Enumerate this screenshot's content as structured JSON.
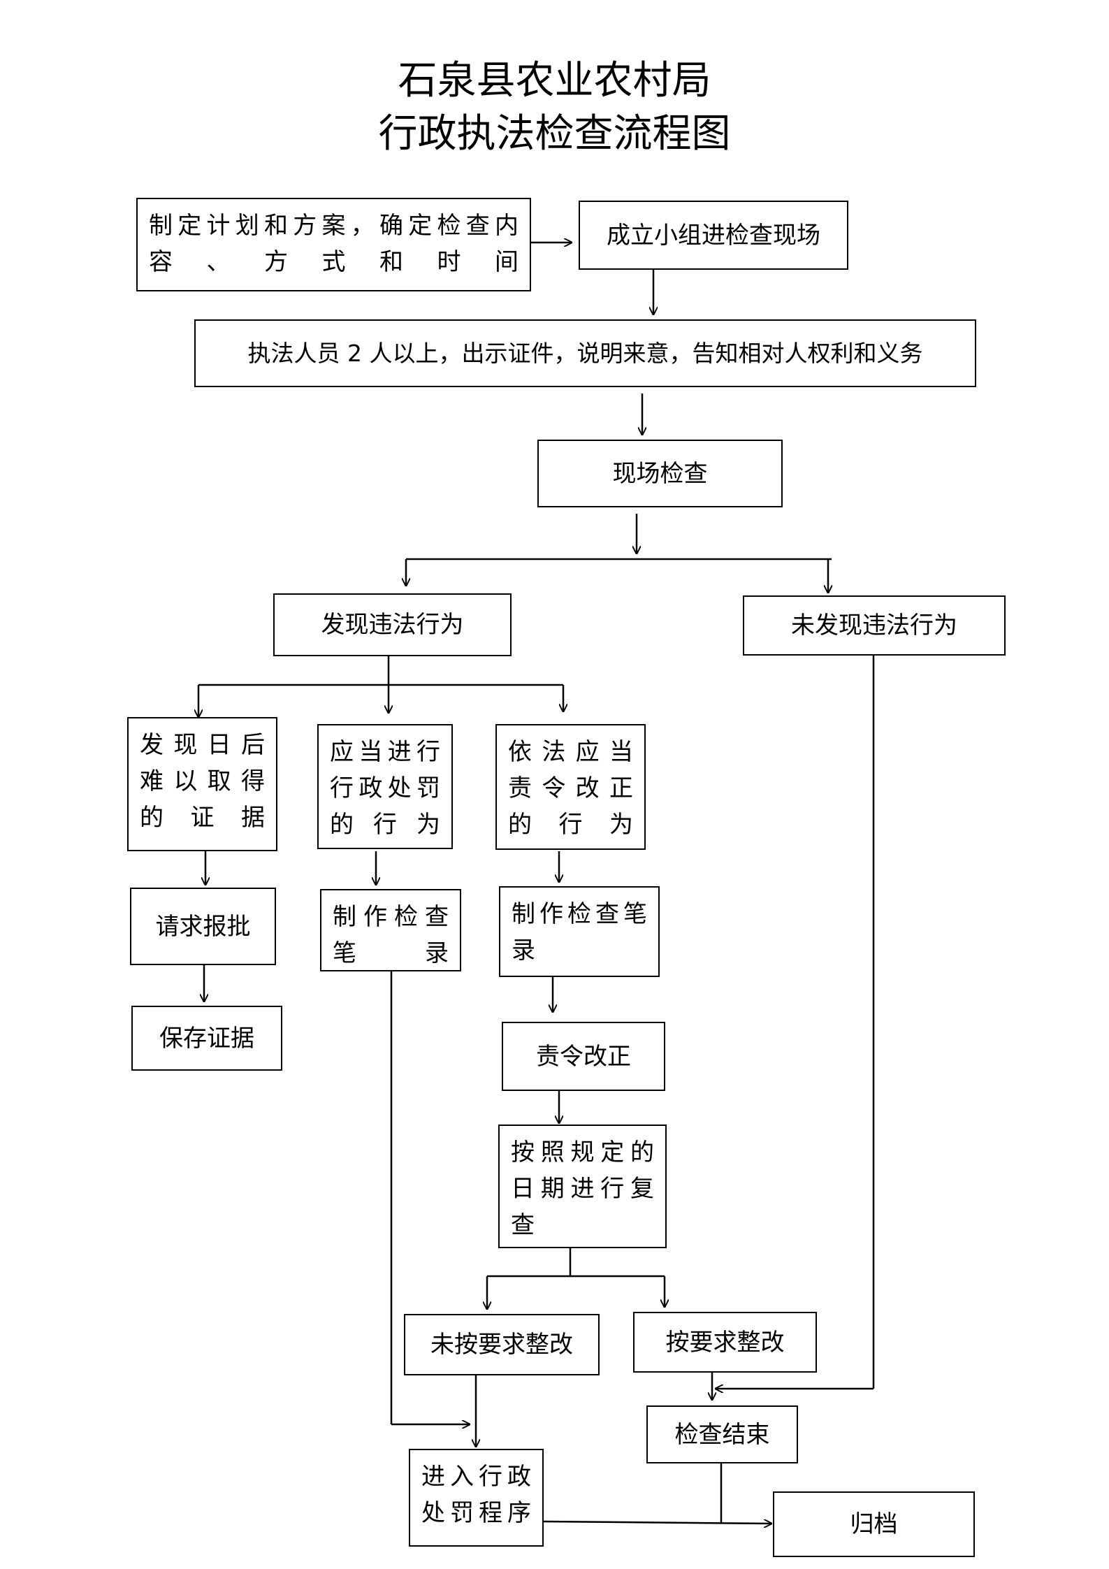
{
  "title": {
    "line1": "石泉县农业农村局",
    "line2": "行政执法检查流程图"
  },
  "nodes": {
    "plan": "制定计划和方案，确定检查内\n容、方式和时间",
    "team": "成立小组进检查现场",
    "officers": "执法人员 2 人以上，出示证件，说明来意，告知相对人权利和义务",
    "onsite": "现场检查",
    "found": "发现违法行为",
    "not_found": "未发现违法行为",
    "evidence_hard": "发现日后\n难以取得\n的证据",
    "should_penalize": "应当进行\n行政处罚\n的行为",
    "should_correct": "依法应当\n责令改正\n的行为",
    "request_approval": "请求报批",
    "preserve_evidence": "保存证据",
    "record_a": "制作检查\n笔录",
    "record_b": "制作检查笔\n录",
    "order_correction": "责令改正",
    "recheck": "按照规定的\n日期进行复\n查",
    "not_rectified": "未按要求整改",
    "rectified": "按要求整改",
    "check_end": "检查结束",
    "penalty_procedure": "进入行政\n处罚程序",
    "archive": "归档"
  }
}
